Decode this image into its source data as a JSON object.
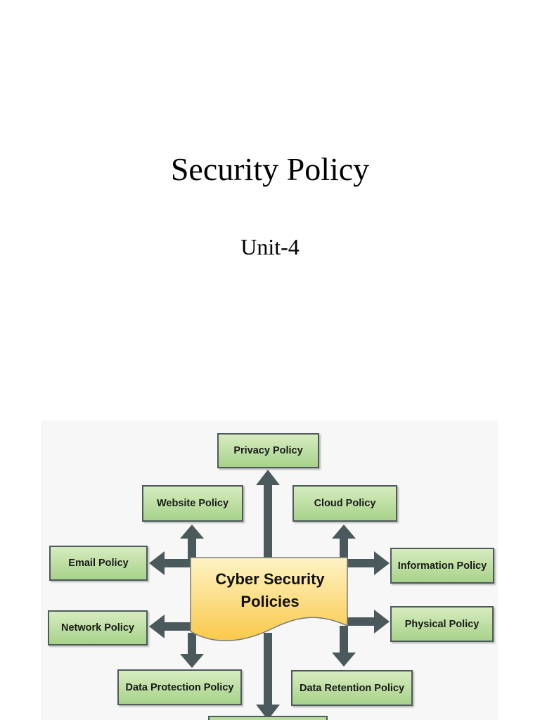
{
  "slide": {
    "title": "Security Policy",
    "subtitle": "Unit-4"
  },
  "diagram": {
    "center_label_line1": "Cyber Security",
    "center_label_line2": "Policies",
    "nodes": {
      "privacy": "Privacy Policy",
      "website": "Website Policy",
      "cloud": "Cloud Policy",
      "email": "Email Policy",
      "information": "Information Policy",
      "network": "Network Policy",
      "physical": "Physical Policy",
      "data_protection": "Data Protection Policy",
      "data_retention": "Data Retention Policy"
    },
    "colors": {
      "box_fill": "#b8dc9c",
      "box_border": "#4d5a5c",
      "center_fill": "#fcd96a",
      "arrow": "#4a5a5c"
    }
  }
}
